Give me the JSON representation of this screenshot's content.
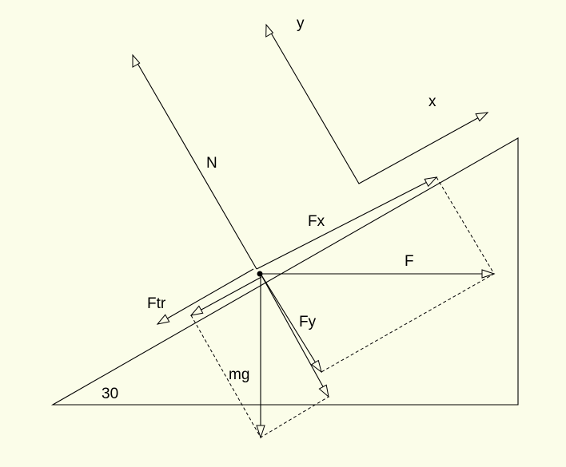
{
  "diagram": {
    "labels": {
      "axis_y": "y",
      "axis_x": "x",
      "normal": "N",
      "force_x": "Fx",
      "force": "F",
      "friction": "Ftr",
      "force_y": "Fy",
      "gravity": "mg",
      "angle": "30"
    },
    "colors": {
      "background": "#fbfde9",
      "ink": "#000000"
    }
  }
}
